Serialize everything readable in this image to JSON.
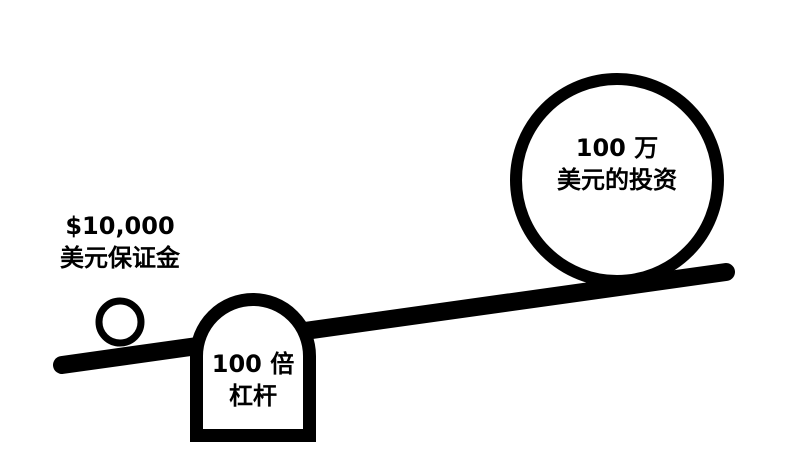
{
  "colors": {
    "ink": "#000000",
    "background": "#ffffff"
  },
  "margin_label": {
    "amount": "$10,000",
    "text": "美元保证金"
  },
  "fulcrum_label": {
    "line1": "100 倍",
    "line2": "杠杆"
  },
  "investment_label": {
    "line1": "100 万",
    "line2": "美元的投资"
  }
}
